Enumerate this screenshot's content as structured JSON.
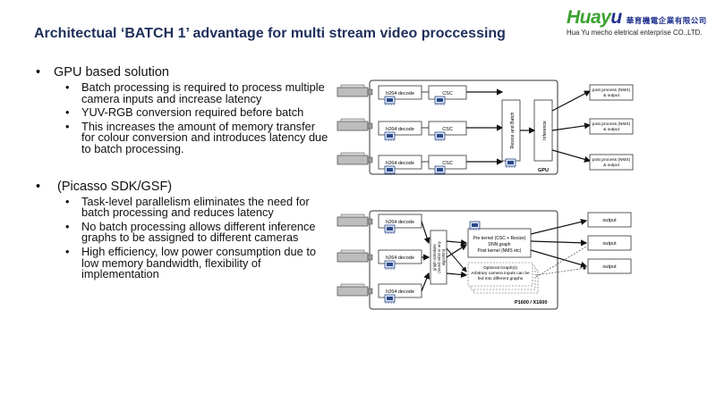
{
  "slide": {
    "title": "Architectual ‘BATCH 1’ advantage for multi stream video proccessing"
  },
  "logo": {
    "brand_main": "Huay",
    "brand_accent": "u",
    "chinese_name": "華育機電企業有限公司",
    "english_name": "Hua Yu mecho eletrical enterprise CO.,LTD."
  },
  "bullets": [
    {
      "text": "GPU based solution",
      "subs": [
        "Batch processing is required to process multiple camera inputs and increase latency",
        "YUV-RGB conversion required before batch",
        "This increases the amount of memory transfer for colour conversion and introduces latency due to batch processing."
      ]
    },
    {
      "text": " (Picasso SDK/GSF)",
      "subs": [
        "Task-level parallelism eliminates the need for batch processing and reduces latency",
        "No batch processing allows different inference graphs to be assigned to different cameras",
        "High efficiency, low power consumption due to low memory bandwidth, flexibility of implementation"
      ]
    }
  ],
  "gpu_diagram": {
    "decode_labels": [
      "h264 decode",
      "h264 decode",
      "h264 decode"
    ],
    "csc_labels": [
      "CSC",
      "CSC",
      "CSC"
    ],
    "resize_label": "Resize and Batch",
    "inference_label": "Inference",
    "chip_label": "GPU",
    "post_labels": [
      [
        "post process (NMS)",
        "& output"
      ],
      [
        "post process (NMS)",
        "& output"
      ],
      [
        "post process (NMS)",
        "& output"
      ]
    ]
  },
  "npu_diagram": {
    "decode_labels": [
      "h264 decode",
      "h264 decode",
      "h264 decode"
    ],
    "scheduler_label": [
      "graph scheduler",
      "(round robin or any",
      "algorithm)"
    ],
    "kernel_lines": [
      "Pre kernel (CSC + Resize)",
      "DNN graph",
      "Post kernel (NMS etc)"
    ],
    "optional_lines": [
      "Optional Graph(s)",
      "Arbitrary camera inputs can be",
      "fed into different graphs"
    ],
    "chip_label": "P1600 / X1600",
    "output_labels": [
      "output",
      "output",
      "output"
    ]
  }
}
